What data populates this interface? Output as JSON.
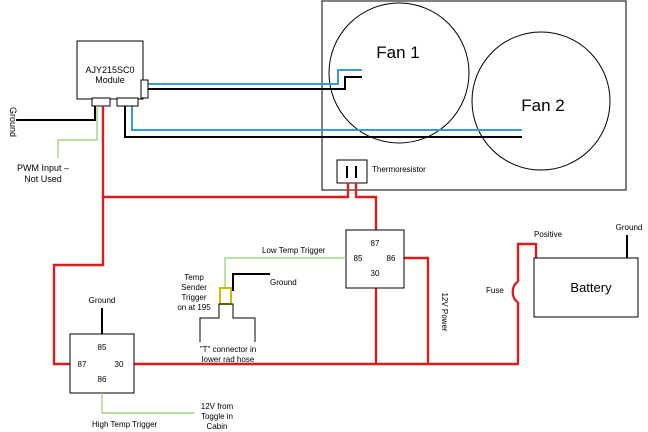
{
  "module": {
    "line1": "AJY215SC0",
    "line2": "Module"
  },
  "fans": {
    "fan1": "Fan 1",
    "fan2": "Fan 2"
  },
  "labels": {
    "ground_left": "Ground",
    "pwm_line1": "PWM Input –",
    "pwm_line2": "Not Used",
    "thermoresistor": "Thermoresistor",
    "low_temp_trigger": "Low Temp Trigger",
    "ground_sender": "Ground",
    "sender_line1": "Temp",
    "sender_line2": "Sender",
    "sender_line3": "Trigger",
    "sender_line4": "on at 195",
    "t_conn_line1": "\"T\" connector in",
    "t_conn_line2": "lower rad hose",
    "ground_relay2": "Ground",
    "high_temp_trigger": "High Temp Trigger",
    "toggle_line1": "12V from",
    "toggle_line2": "Toggle in",
    "toggle_line3": "Cabin",
    "power_12v": "12V Power",
    "fuse": "Fuse",
    "positive": "Positive",
    "ground_battery": "Ground",
    "battery": "Battery"
  },
  "relay1": {
    "pin87": "87",
    "pin85": "85",
    "pin86": "86",
    "pin30": "30"
  },
  "relay2": {
    "pin85": "85",
    "pin87": "87",
    "pin30": "30",
    "pin86": "86"
  }
}
